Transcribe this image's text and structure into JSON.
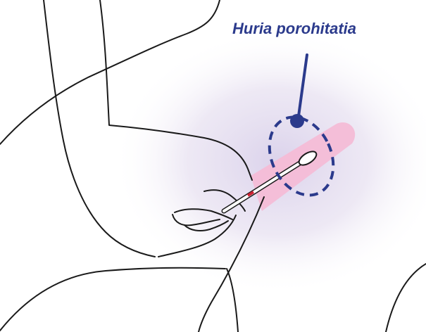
{
  "label": {
    "text": "Huria porohitatia"
  },
  "colors": {
    "label": "#2b3a8c",
    "pointer": "#2b3a8c",
    "marker": "#2b3a8c",
    "highlight": "#f4bcd6",
    "glow": "#d9d0ea",
    "outline": "#1a1a1a",
    "swab_mark": "#cc2233"
  },
  "icons": {
    "target": "dashed-ellipse",
    "instrument": "swab"
  }
}
